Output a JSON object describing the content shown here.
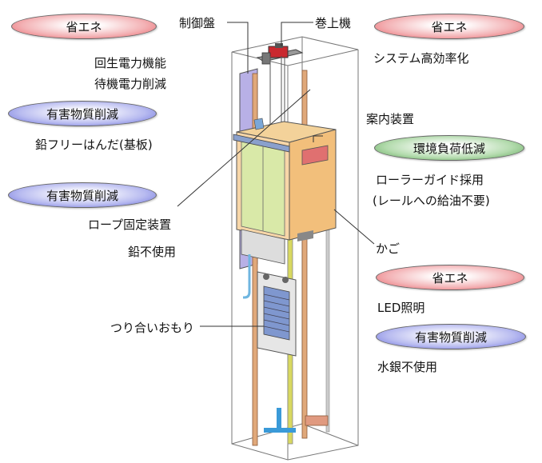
{
  "colors": {
    "pill_red": "#e8545a",
    "pill_blue": "#5a5fd8",
    "pill_green": "#4d9a47"
  },
  "badges": [
    {
      "text": "省エネ",
      "color": "red"
    },
    {
      "text": "省エネ",
      "color": "red"
    },
    {
      "text": "有害物質削減",
      "color": "blue"
    },
    {
      "text": "環境負荷低減",
      "color": "green"
    },
    {
      "text": "有害物質削減",
      "color": "blue"
    },
    {
      "text": "省エネ",
      "color": "red"
    },
    {
      "text": "有害物質削減",
      "color": "blue"
    }
  ],
  "labels": {
    "control_panel": "制御盤",
    "hoist": "巻上機",
    "regen": "回生電力機能",
    "standby": "待機電力削減",
    "system_eff": "システム高効率化",
    "guide_device": "案内装置",
    "leadfree_solder": "鉛フリーはんだ(基板)",
    "roller_guide": "ローラーガイド採用",
    "no_oil": "(レールへの給油不要)",
    "rope_fix": "ロープ固定装置",
    "no_lead": "鉛不使用",
    "car": "かご",
    "led": "LED照明",
    "counterweight": "つり合いおもり",
    "no_mercury": "水銀不使用"
  }
}
